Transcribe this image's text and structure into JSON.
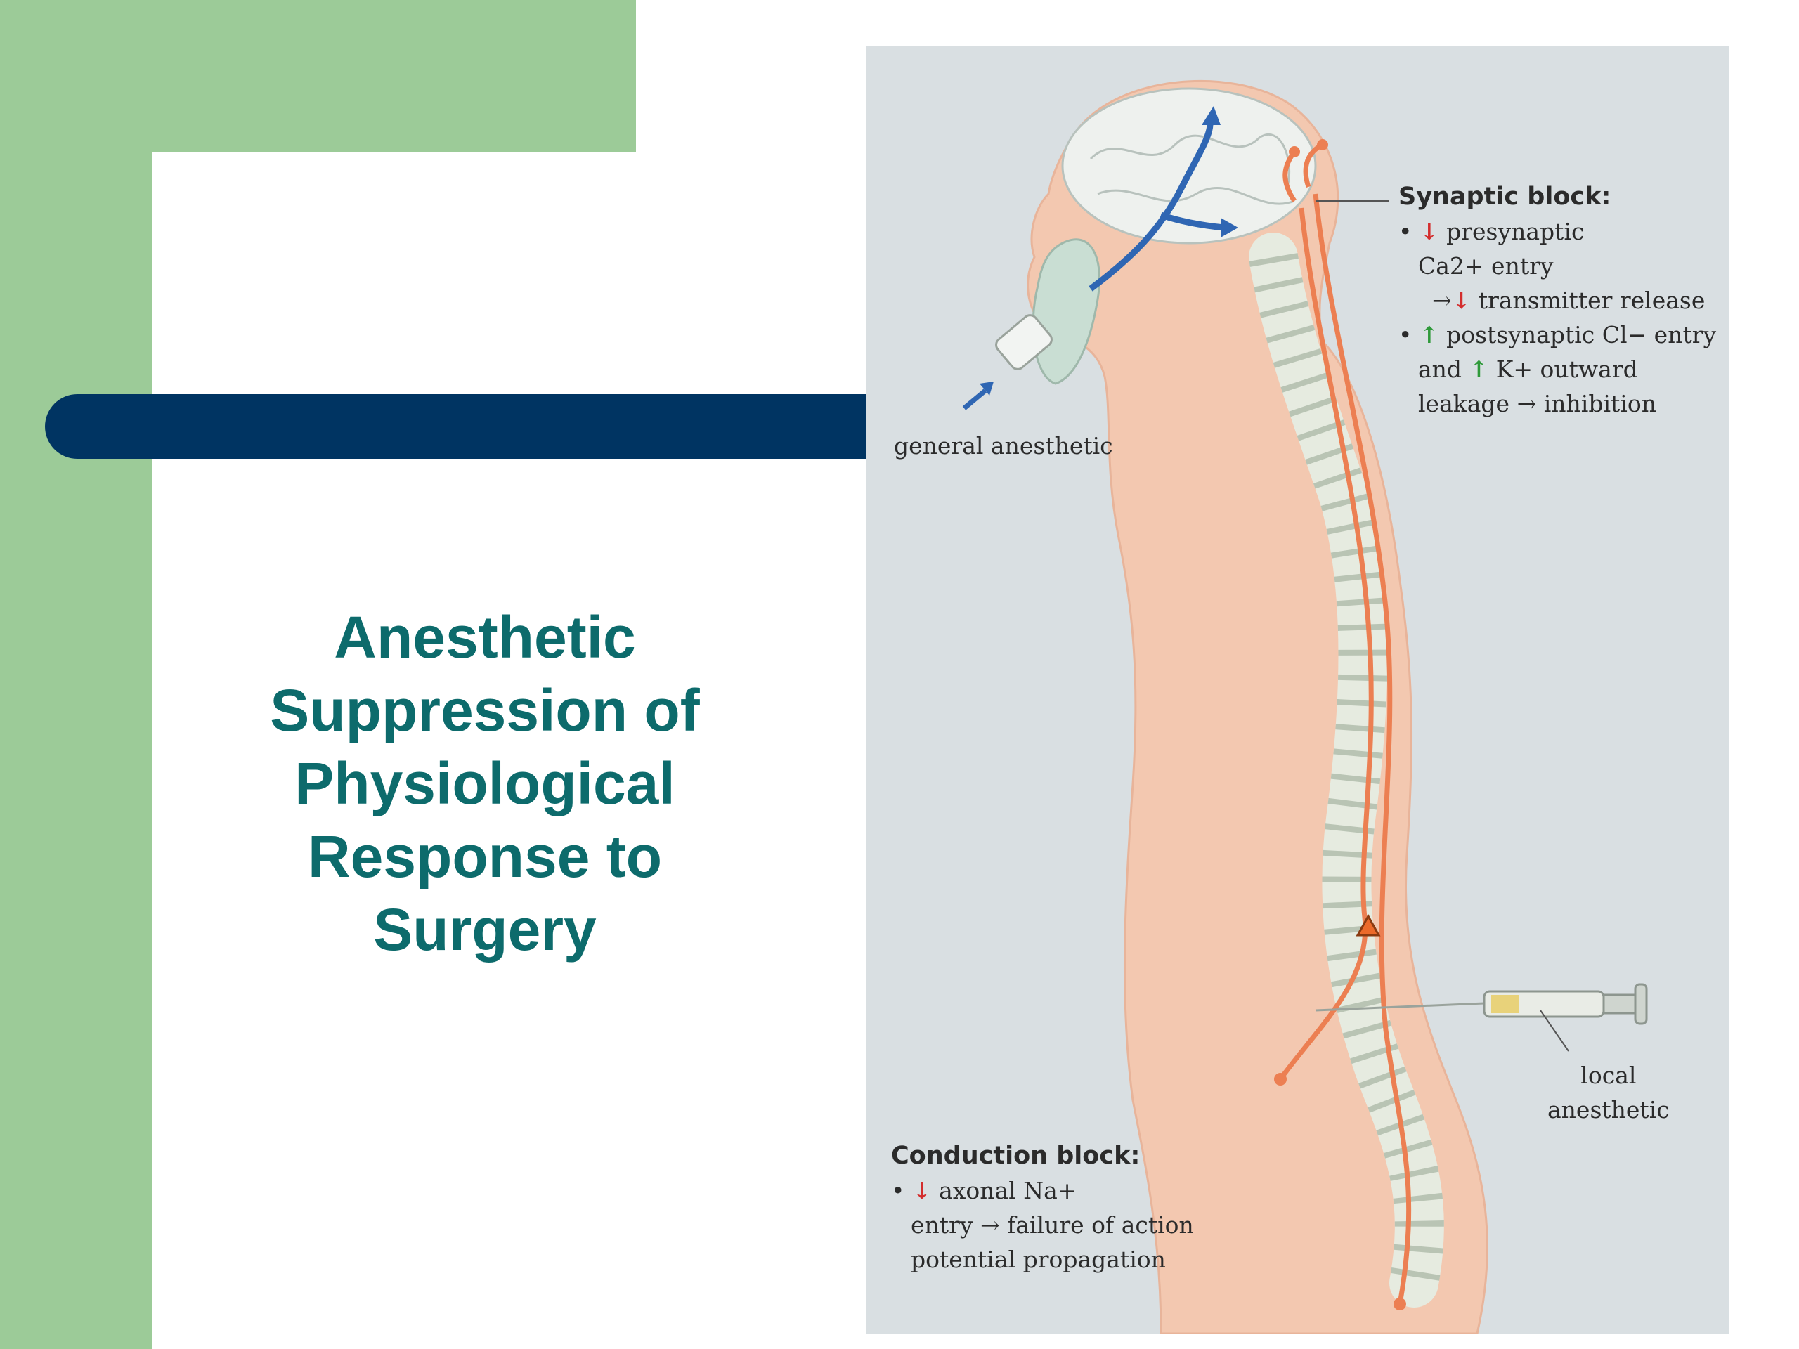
{
  "slide": {
    "title": "Anesthetic Suppression of Physiological Response to Surgery"
  },
  "figure": {
    "general_anesthetic_label": "general anesthetic",
    "synaptic_block": {
      "heading": "Synaptic block:",
      "line1_text": "presynaptic",
      "line2_text": "Ca2+ entry",
      "line3_text": "transmitter release",
      "line4_text": "postsynaptic Cl− entry",
      "line5_text": "and",
      "line5_tail": "K+ outward",
      "line6_text": "leakage → inhibition"
    },
    "local_anesthetic_label_1": "local",
    "local_anesthetic_label_2": "anesthetic",
    "conduction_block": {
      "heading": "Conduction block:",
      "line1_text": "axonal Na+",
      "line2_text": "entry → failure of action",
      "line3_text": "potential propagation"
    },
    "colors": {
      "background": "#d9dfe2",
      "body": "#f3c8b0",
      "nerve": "#ec7f52",
      "gas_arrow": "#2f66b3",
      "down_arrow": "#d32d2d",
      "up_arrow": "#2f9a3a"
    }
  }
}
